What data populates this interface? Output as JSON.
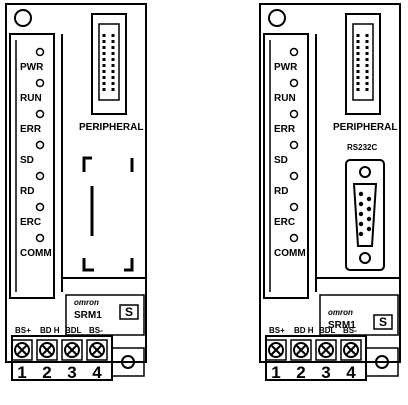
{
  "units": [
    {
      "name": "left-unit",
      "leds": [
        "PWR",
        "RUN",
        "ERR",
        "SD",
        "RD",
        "ERC",
        "COMM"
      ],
      "peripheral_label": "PERIPHERAL",
      "rs232c_label": "",
      "brand": "omron",
      "model": "SRM1",
      "terminal_labels": [
        "BS+",
        "BD H",
        "BDL",
        "BS-"
      ],
      "terminal_numbers": [
        "1",
        "2",
        "3",
        "4"
      ],
      "has_rs232c": false
    },
    {
      "name": "right-unit",
      "leds": [
        "PWR",
        "RUN",
        "ERR",
        "SD",
        "RD",
        "ERC",
        "COMM"
      ],
      "peripheral_label": "PERIPHERAL",
      "rs232c_label": "RS232C",
      "brand": "omron",
      "model": "SRM1",
      "terminal_labels": [
        "BS+",
        "BD H",
        "BDL",
        "BS-"
      ],
      "terminal_numbers": [
        "1",
        "2",
        "3",
        "4"
      ],
      "has_rs232c": true
    }
  ]
}
